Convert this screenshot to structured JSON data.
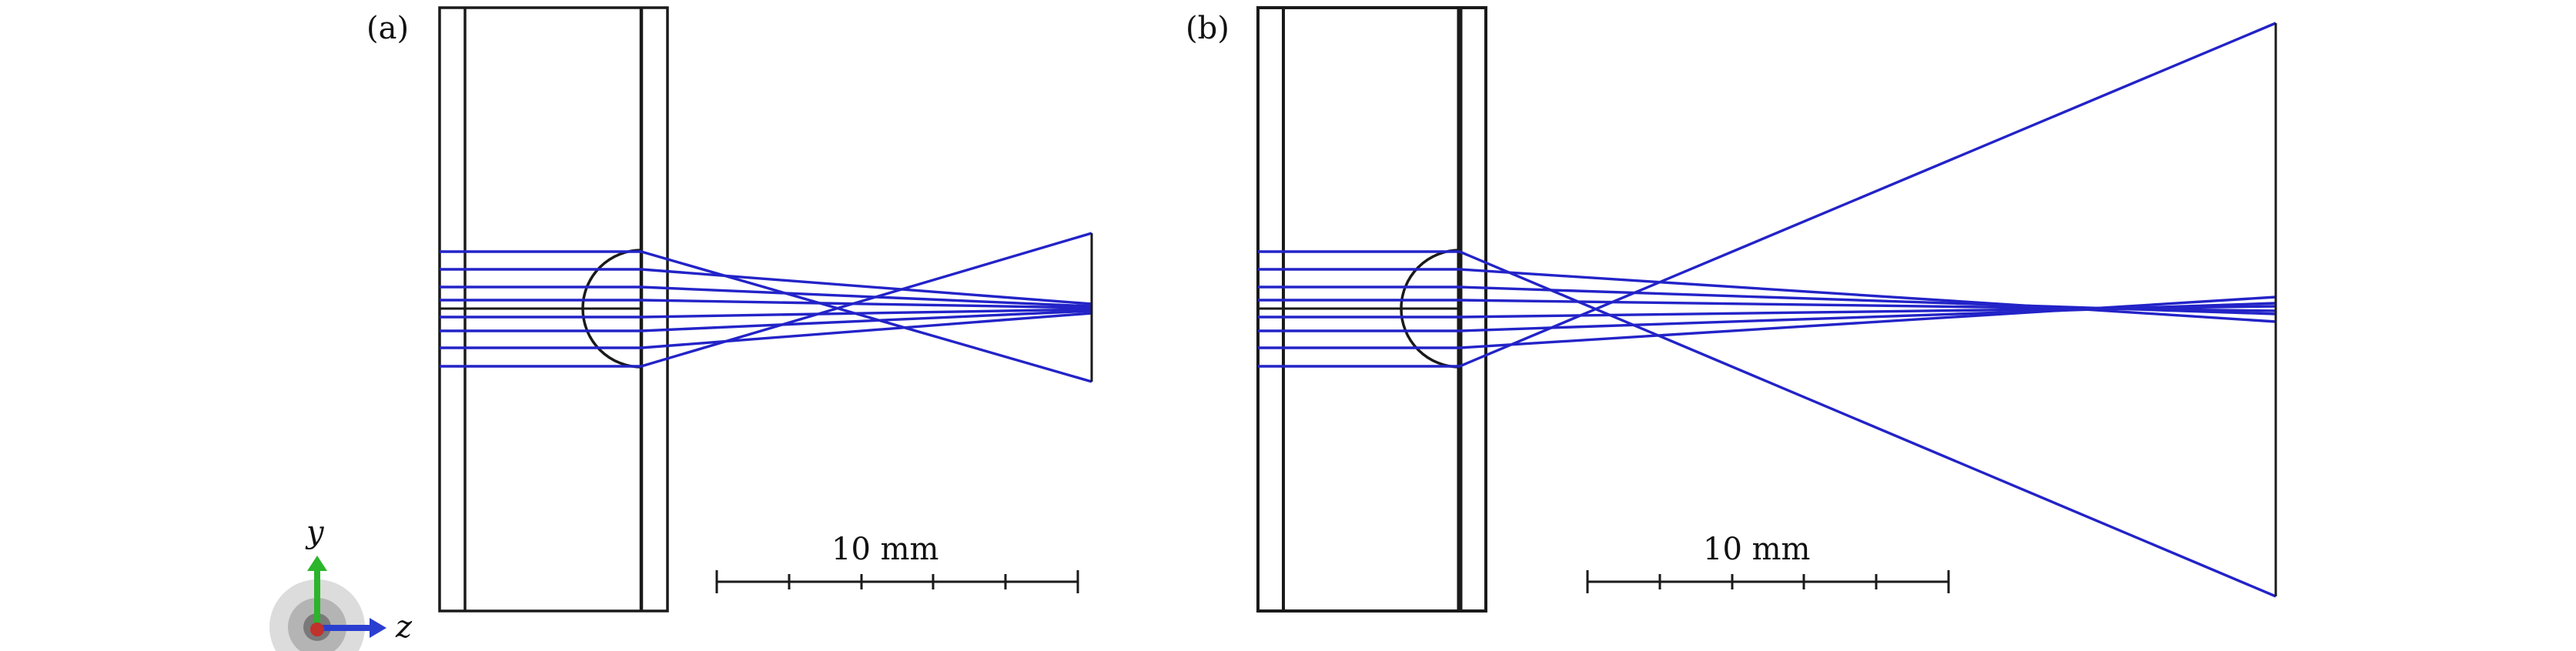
{
  "panels": [
    {
      "label": "(a)",
      "scale_bar_label": "10 mm"
    },
    {
      "label": "(b)",
      "scale_bar_label": "10 mm"
    }
  ],
  "axes_triad": {
    "y_label": "y",
    "z_label": "z"
  },
  "colors": {
    "rays": "#2323c8",
    "structure": "#1a1a1a",
    "axis_y": "#2bb52b",
    "axis_z": "#2a3fd0",
    "axis_x": "#c0322b"
  }
}
